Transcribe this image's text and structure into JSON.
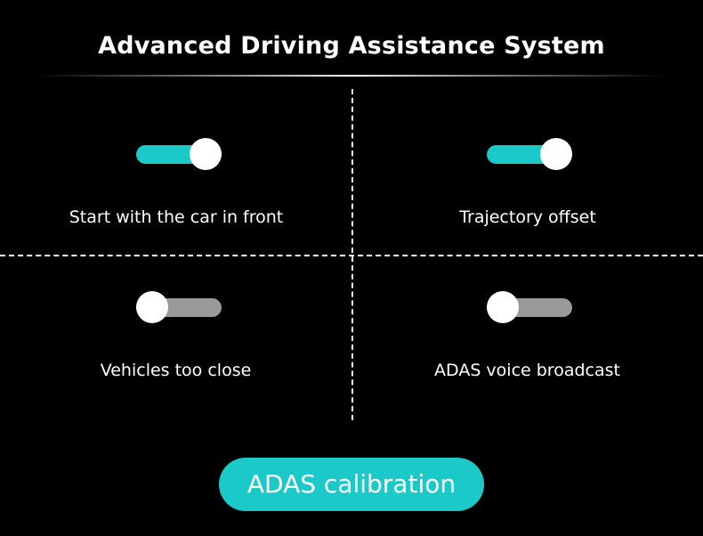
{
  "title": "Advanced Driving Assistance System",
  "colors": {
    "accent": "#1cc9c9",
    "toggle_off": "#9a9a9a",
    "background": "#000000"
  },
  "settings": [
    {
      "label": "Start with the car in front",
      "enabled": true
    },
    {
      "label": "Trajectory offset",
      "enabled": true
    },
    {
      "label": "Vehicles too close",
      "enabled": false
    },
    {
      "label": "ADAS voice broadcast",
      "enabled": false
    }
  ],
  "calibration_button": "ADAS calibration"
}
